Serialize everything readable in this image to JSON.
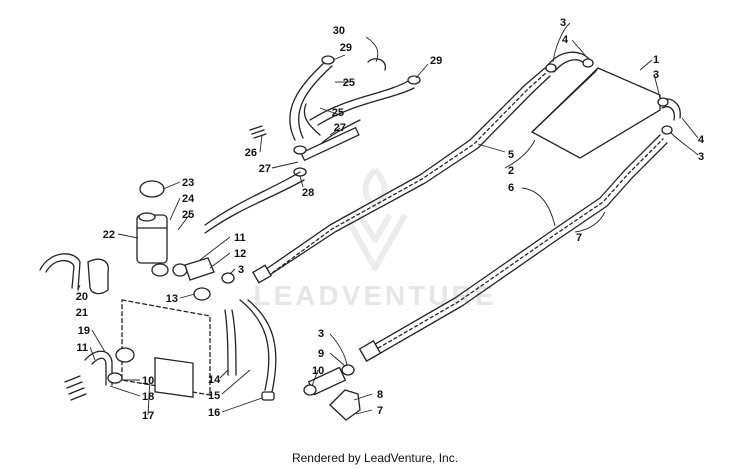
{
  "watermark": {
    "text": "LEADVENTURE"
  },
  "footer": {
    "text": "Rendered by LeadVenture, Inc."
  },
  "callouts": [
    {
      "id": "c30",
      "text": "30"
    },
    {
      "id": "c29a",
      "text": "29"
    },
    {
      "id": "c29b",
      "text": "29"
    },
    {
      "id": "c25a",
      "text": "25"
    },
    {
      "id": "c25b",
      "text": "25"
    },
    {
      "id": "c27a",
      "text": "27"
    },
    {
      "id": "c26",
      "text": "26"
    },
    {
      "id": "c27b",
      "text": "27"
    },
    {
      "id": "c28",
      "text": "28"
    },
    {
      "id": "c23",
      "text": "23"
    },
    {
      "id": "c24",
      "text": "24"
    },
    {
      "id": "c25c",
      "text": "25"
    },
    {
      "id": "c22",
      "text": "22"
    },
    {
      "id": "c11a",
      "text": "11"
    },
    {
      "id": "c12",
      "text": "12"
    },
    {
      "id": "c3a",
      "text": "3"
    },
    {
      "id": "c13",
      "text": "13"
    },
    {
      "id": "c20",
      "text": "20"
    },
    {
      "id": "c21",
      "text": "21"
    },
    {
      "id": "c19",
      "text": "19"
    },
    {
      "id": "c11b",
      "text": "11"
    },
    {
      "id": "c10a",
      "text": "10"
    },
    {
      "id": "c18",
      "text": "18"
    },
    {
      "id": "c17",
      "text": "17"
    },
    {
      "id": "c14",
      "text": "14"
    },
    {
      "id": "c15",
      "text": "15"
    },
    {
      "id": "c16",
      "text": "16"
    },
    {
      "id": "c3b",
      "text": "3"
    },
    {
      "id": "c4a",
      "text": "4"
    },
    {
      "id": "c1",
      "text": "1"
    },
    {
      "id": "c3c",
      "text": "3"
    },
    {
      "id": "c4b",
      "text": "4"
    },
    {
      "id": "c3d",
      "text": "3"
    },
    {
      "id": "c5",
      "text": "5"
    },
    {
      "id": "c2",
      "text": "2"
    },
    {
      "id": "c6",
      "text": "6"
    },
    {
      "id": "c7a",
      "text": "7"
    },
    {
      "id": "c3e",
      "text": "3"
    },
    {
      "id": "c9",
      "text": "9"
    },
    {
      "id": "c10b",
      "text": "10"
    },
    {
      "id": "c8",
      "text": "8"
    },
    {
      "id": "c7b",
      "text": "7"
    }
  ]
}
